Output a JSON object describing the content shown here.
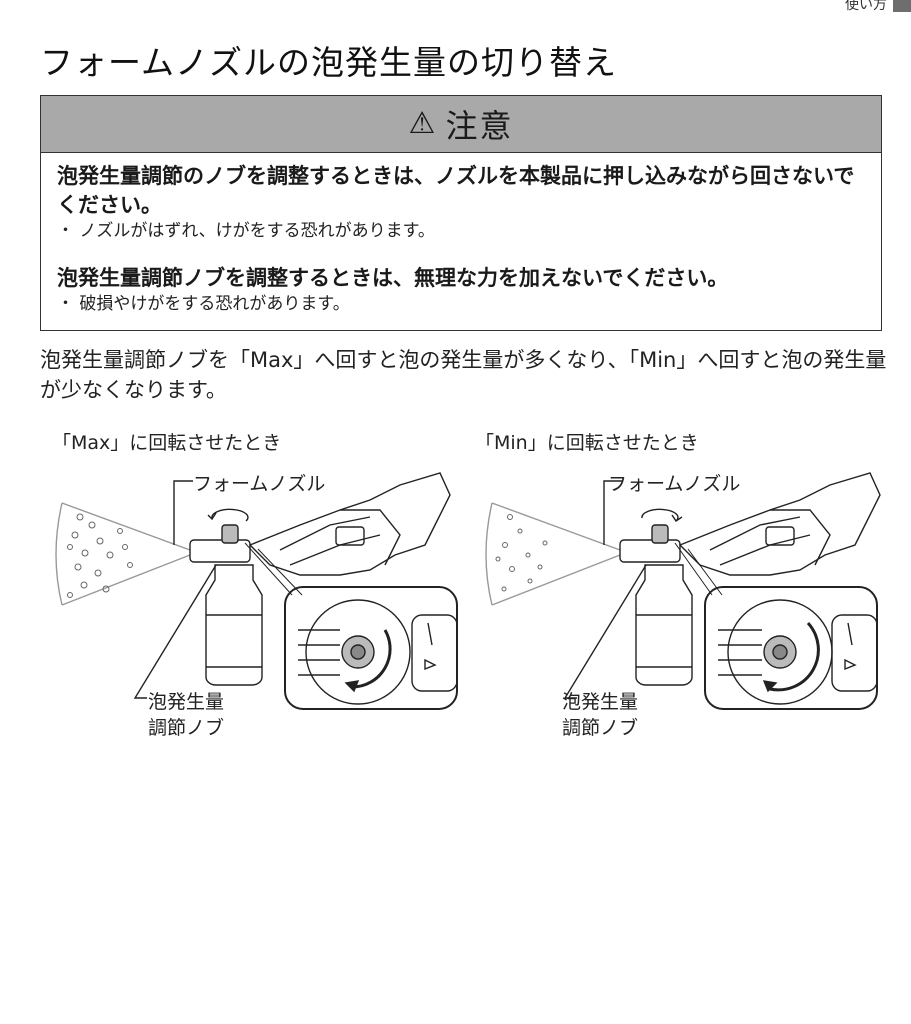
{
  "header": {
    "section": "使い方"
  },
  "page_title": "フォームノズルの泡発生量の切り替え",
  "caution": {
    "symbol": "⚠",
    "heading": "注意",
    "items": [
      {
        "main": "泡発生量調節のノブを調整するときは、ノズルを本製品に押し込みながら回さないでください。",
        "note": "・ ノズルがはずれ、けがをする恐れがあります。"
      },
      {
        "main": "泡発生量調節ノブを調整するときは、無理な力を加えないでください。",
        "note": "・ 破損やけがをする恐れがあります。"
      }
    ]
  },
  "body_text": "泡発生量調節ノブを「Max」へ回すと泡の発生量が多くなり、「Min」へ回すと泡の発生量が少なくなります。",
  "figures": [
    {
      "caption": "「Max」に回転させたとき",
      "nozzle_label": "フォームノズル",
      "knob_label_1": "泡発生量",
      "knob_label_2": "調節ノブ",
      "rotation": "clockwise"
    },
    {
      "caption": "「Min」に回転させたとき",
      "nozzle_label": "フォームノズル",
      "knob_label_1": "泡発生量",
      "knob_label_2": "調節ノブ",
      "rotation": "counterclockwise"
    }
  ]
}
